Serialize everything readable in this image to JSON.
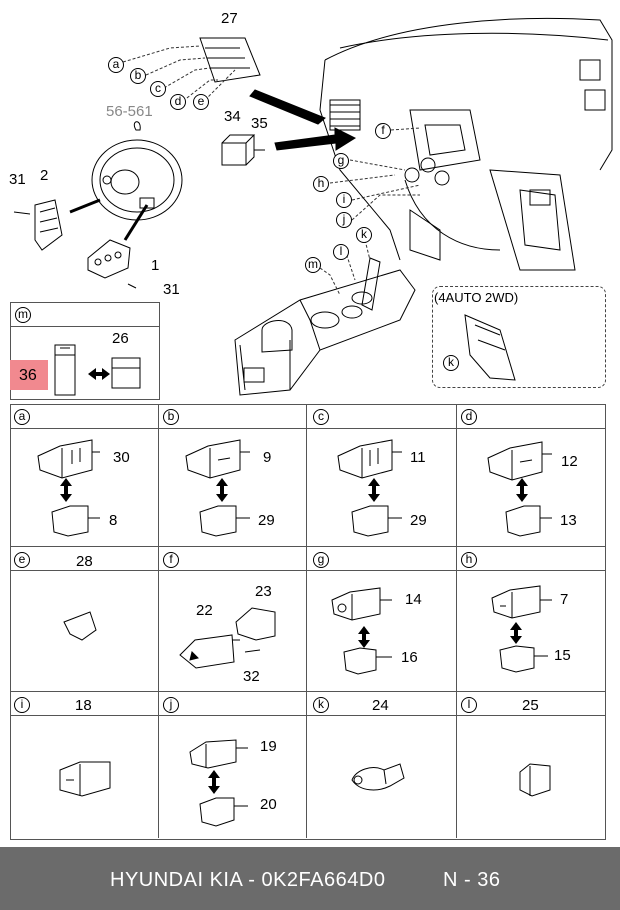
{
  "overview": {
    "callouts": [
      "a",
      "b",
      "c",
      "d",
      "e",
      "f",
      "g",
      "h",
      "i",
      "j",
      "k",
      "l",
      "m"
    ],
    "parts": {
      "p27": "27",
      "p56": "56-561",
      "p34": "34",
      "p35": "35",
      "p31a": "31",
      "p2": "2",
      "p1": "1",
      "p31b": "31"
    },
    "variant_label": "(4AUTO 2WD)",
    "variant_callout": "k"
  },
  "cell_m": {
    "label": "m",
    "highlight": "36",
    "part": "26",
    "highlight_color": "#f1898f"
  },
  "cells": [
    {
      "label": "a",
      "top": "30",
      "bottom": "8"
    },
    {
      "label": "b",
      "top": "9",
      "bottom": "29"
    },
    {
      "label": "c",
      "top": "11",
      "bottom": "29"
    },
    {
      "label": "d",
      "top": "12",
      "bottom": "13"
    },
    {
      "label": "e",
      "num": "28"
    },
    {
      "label": "f",
      "n1": "23",
      "n2": "22",
      "n3": "32"
    },
    {
      "label": "g",
      "top": "14",
      "bottom": "16"
    },
    {
      "label": "h",
      "top": "7",
      "bottom": "15"
    },
    {
      "label": "i",
      "num": "18"
    },
    {
      "label": "j",
      "top": "19",
      "bottom": "20"
    },
    {
      "label": "k",
      "num": "24"
    },
    {
      "label": "l",
      "num": "25"
    }
  ],
  "footer": {
    "brand": "HYUNDAI  KIA - 0K2FA664D0",
    "page": "N - 36",
    "bg": "#6b6b6b"
  }
}
